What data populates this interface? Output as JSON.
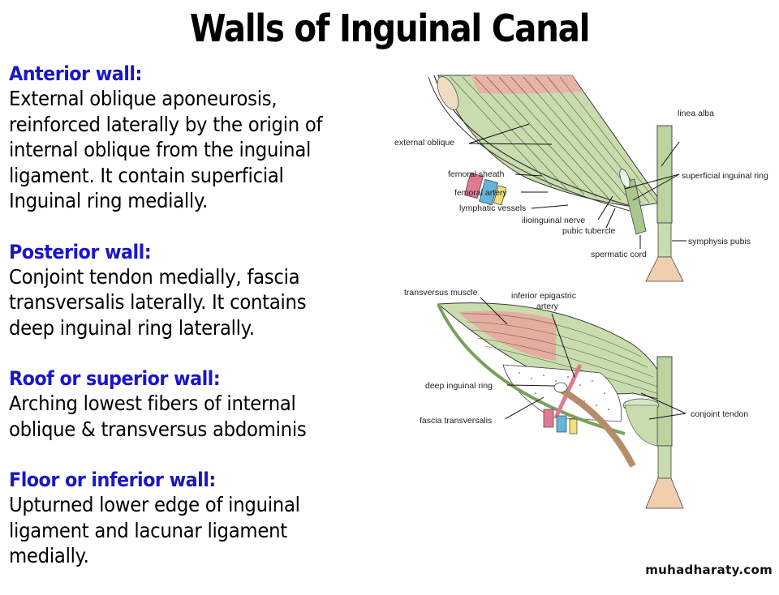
{
  "slide": {
    "title": "Walls of Inguinal Canal",
    "sections": [
      {
        "heading": "Anterior wall:",
        "lines": [
          "External oblique aponeurosis,",
          "reinforced laterally by the origin of",
          "internal oblique from the inguinal",
          "ligament. It contain superficial",
          "Inguinal ring medially."
        ]
      },
      {
        "heading": "Posterior wall:",
        "lines": [
          "Conjoint tendon medially, fascia",
          "transversalis laterally. It contains",
          "deep inguinal ring laterally."
        ]
      },
      {
        "heading": "Roof or superior wall:",
        "lines": [
          "Arching lowest fibers of internal",
          "oblique & transversus abdominis"
        ]
      },
      {
        "heading": "Floor or inferior wall:",
        "lines": [
          "Upturned lower edge of inguinal",
          "ligament and lacunar ligament",
          "medially."
        ]
      }
    ],
    "colors": {
      "heading": "#1a16c8",
      "body_text": "#000000",
      "muscle_green": "#c9dcae",
      "muscle_red": "#e8a8a0",
      "bone": "#f0cfae"
    }
  },
  "figure_top": {
    "labels": {
      "external_oblique": "external oblique",
      "femoral_sheath": "femoral sheath",
      "femoral_artery": "femoral artery",
      "lymphatic_vessels": "lymphatic vessels",
      "ilioinguinal_nerve": "ilioinguinal nerve",
      "pubic_tubercle": "pubic tubercle",
      "spermatic_cord": "spermatic cord",
      "linea_alba": "linea alba",
      "superficial_inguinal_ring": "superficial inguinal ring",
      "symphysis_pubis": "symphysis pubis"
    }
  },
  "figure_bottom": {
    "labels": {
      "transversus_muscle": "transversus muscle",
      "inferior_epigastric_1": "inferior epigastric",
      "inferior_epigastric_2": "artery",
      "deep_inguinal_ring": "deep inguinal ring",
      "fascia_transversalis": "fascia transversalis",
      "conjoint_tendon": "conjoint tendon"
    }
  },
  "watermark": "muhadharaty.com"
}
